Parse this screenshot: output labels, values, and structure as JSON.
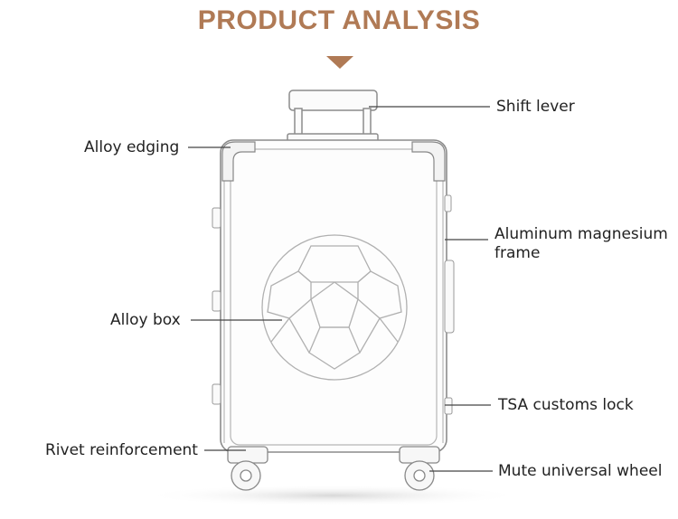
{
  "header": {
    "title": "PRODUCT ANALYSIS"
  },
  "callouts": {
    "shift_lever": "Shift lever",
    "alloy_edging": "Alloy edging",
    "aluminum_frame_line1": "Aluminum magnesium",
    "aluminum_frame_line2": "frame",
    "alloy_box": "Alloy box",
    "tsa_lock": "TSA customs lock",
    "rivet": "Rivet reinforcement",
    "wheel": "Mute universal wheel"
  },
  "colors": {
    "title": "#b07a55",
    "lines": "#444444",
    "sketch": "#9a9a9a"
  }
}
